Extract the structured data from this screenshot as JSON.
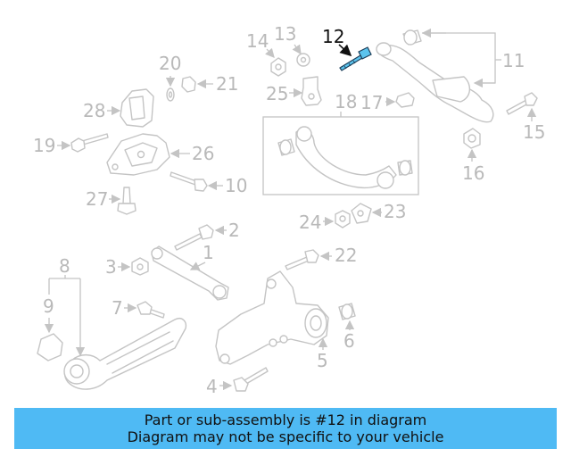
{
  "diagram": {
    "highlight_callout": "12",
    "callouts": {
      "c1": "1",
      "c2": "2",
      "c3": "3",
      "c4": "4",
      "c5": "5",
      "c6": "6",
      "c7": "7",
      "c8": "8",
      "c9": "9",
      "c10": "10",
      "c11": "11",
      "c13": "13",
      "c14": "14",
      "c15": "15",
      "c16": "16",
      "c17": "17",
      "c18": "18",
      "c19": "19",
      "c20": "20",
      "c21": "21",
      "c22": "22",
      "c23": "23",
      "c24": "24",
      "c25": "25",
      "c26": "26",
      "c27": "27",
      "c28": "28"
    }
  },
  "caption": {
    "line1": "Part or sub-assembly is #12 in diagram",
    "line2": "Diagram may not be specific to your vehicle"
  },
  "colors": {
    "highlight_part": "#5cc4ee",
    "caption_background": "#4fbaf4",
    "line_art": "#c4c4c4"
  }
}
